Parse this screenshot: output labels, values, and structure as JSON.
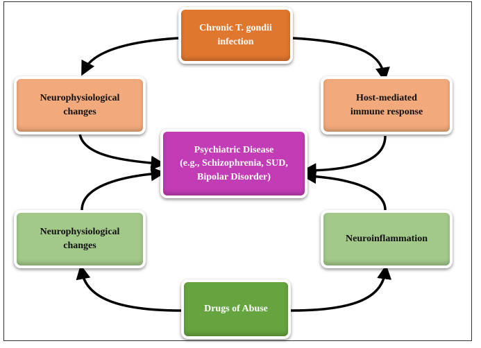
{
  "nodes": {
    "infection": {
      "label": "Chronic T. gondii infection",
      "line1": "Chronic T. gondii",
      "line2": "infection",
      "color": "#e0772f"
    },
    "neuro_top": {
      "line1": "Neurophysiological",
      "line2": "changes",
      "color": "#f2aa7c"
    },
    "immune": {
      "line1": "Host-mediated",
      "line2": "immune response",
      "color": "#f2aa7c"
    },
    "psychiatric": {
      "line1": "Psychiatric Disease",
      "line2": "(e.g., Schizophrenia, SUD,",
      "line3": "Bipolar Disorder)",
      "color": "#c23cb5"
    },
    "neuro_bottom": {
      "line1": "Neurophysiological",
      "line2": "changes",
      "color": "#a3c98a"
    },
    "neuroinflammation": {
      "line1": "Neuroinflammation",
      "color": "#a3c98a"
    },
    "drugs": {
      "line1": "Drugs of Abuse",
      "color": "#65a43f"
    }
  }
}
